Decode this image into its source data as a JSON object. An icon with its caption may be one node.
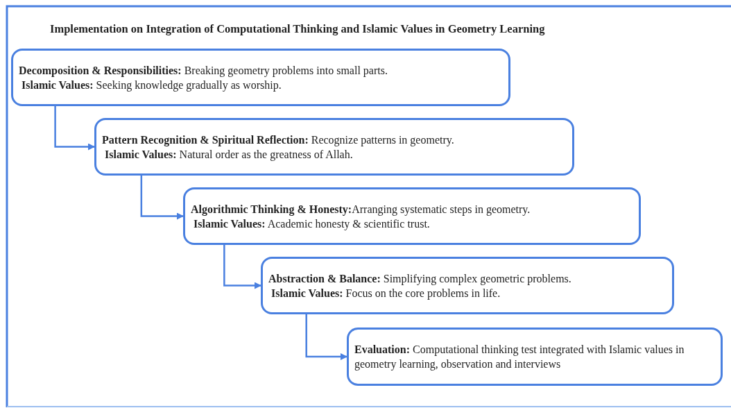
{
  "diagram": {
    "title": "Implementation on Integration of Computational Thinking and Islamic Values in Geometry Learning",
    "nodes": [
      {
        "text": [
          "**Decomposition & Responsibilities:** Breaking geometry problems into small parts.",
          "**Islamic Values:** Seeking knowledge gradually as worship."
        ]
      },
      {
        "text": [
          "**Pattern Recognition & Spiritual Reflection:** Recognize patterns in geometry.",
          "**Islamic Values:** Natural order as the greatness of Allah."
        ]
      },
      {
        "text": [
          "**Algorithmic Thinking & Honesty:**Arranging systematic steps in geometry.",
          "**Islamic Values:** Academic honesty & scientific trust."
        ]
      },
      {
        "text": [
          "**Abstraction & Balance:** Simplifying complex geometric problems.",
          "**Islamic Values:** Focus on the core problems in life."
        ]
      },
      {
        "text": [
          "**Evaluation:** Computational thinking test integrated with Islamic values in geometry learning, observation and interviews"
        ]
      }
    ],
    "edges": [
      {
        "from": 0,
        "to": 1,
        "arrow": "to"
      },
      {
        "from": 1,
        "to": 2,
        "arrow": "to"
      },
      {
        "from": 2,
        "to": 3,
        "arrow": "to"
      },
      {
        "from": 3,
        "to": 4,
        "arrow": "to"
      }
    ]
  }
}
